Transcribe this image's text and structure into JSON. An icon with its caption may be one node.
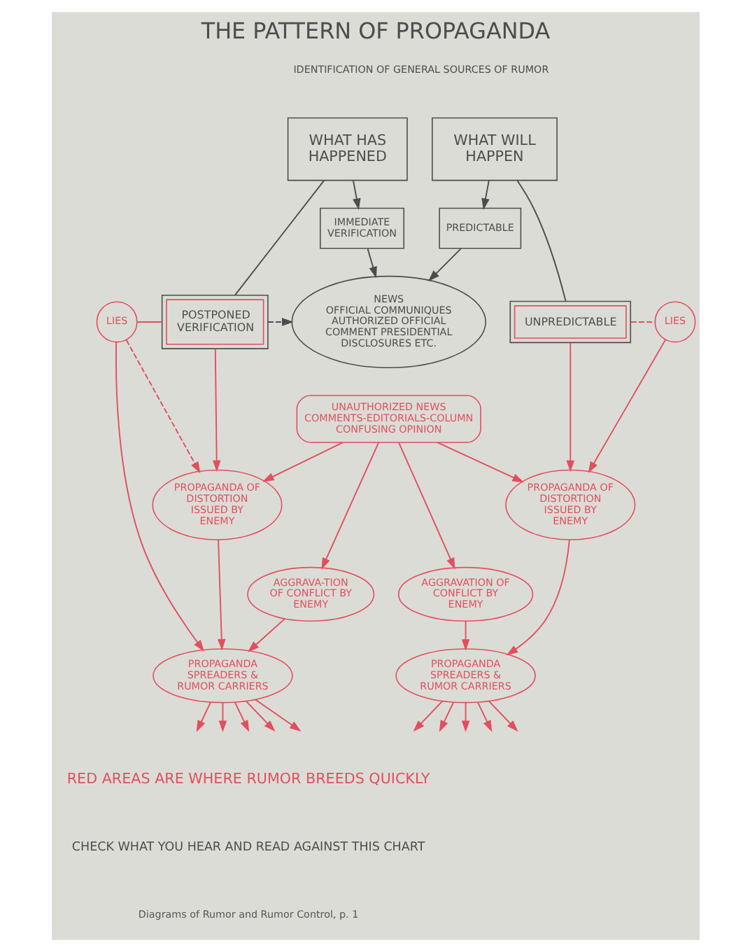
{
  "diagram": {
    "title": "THE PATTERN OF PROPAGANDA",
    "caption": "Diagrams of Rumor and Rumor Control, p. 1",
    "nodes": [
      {
        "text": [
          "WHAT HAS HAPPENED"
        ]
      },
      {
        "text": [
          "WHAT WILL HAPPEN"
        ]
      },
      {
        "text": [
          "IMMEDIATE VERIFICATION"
        ]
      },
      {
        "text": [
          "PREDICTABLE"
        ]
      },
      {
        "text": [
          "POSTPONED VERIFICATION"
        ]
      },
      {
        "text": [
          "NEWS",
          "OFFICIAL COMMUNIQUES AUTHORIZED OFFICIAL COMMENT PRESIDENTIAL DISCLOSURES ETC."
        ]
      },
      {
        "text": [
          "UNPREDICTABLE"
        ]
      },
      {
        "text": [
          "LIES"
        ]
      },
      {
        "text": [
          "LIES"
        ]
      },
      {
        "text": [
          "UNAUTHORIZED NEWS COMMENTS-EDITORIALS-COLUMN",
          "CONFUSING OPINION"
        ]
      },
      {
        "text": [
          "PROPAGANDA OF DISTORTION ISSUED BY ENEMY"
        ]
      },
      {
        "text": [
          "PROPAGANDA OF DISTORTION ISSUED BY ENEMY"
        ]
      },
      {
        "text": [
          "AGGRAVA-TION OF CONFLICT BY ENEMY"
        ]
      },
      {
        "text": [
          "AGGRAVATION OF CONFLICT BY ENEMY"
        ]
      },
      {
        "text": [
          "PROPAGANDA SPREADERS & RUMOR CARRIERS"
        ]
      },
      {
        "text": [
          "PROPAGANDA SPREADERS & RUMOR CARRIERS"
        ]
      }
    ],
    "edges": [
      {
        "from": 0,
        "to": 2,
        "arrow": "to",
        "color": "#4d4d4d"
      },
      {
        "from": 0,
        "to": 4,
        "arrow": "none",
        "color": "#4d4d4d"
      },
      {
        "from": 1,
        "to": 3,
        "arrow": "to",
        "color": "#4d4d4d"
      },
      {
        "from": 1,
        "to": 6,
        "arrow": "none",
        "color": "#4d4d4d"
      },
      {
        "from": 2,
        "to": 5,
        "arrow": "to",
        "color": "#4d4d4d"
      },
      {
        "from": 3,
        "to": 5,
        "arrow": "to",
        "color": "#4d4d4d"
      },
      {
        "from": 4,
        "to": 5,
        "arrow": "to",
        "style": "dashed",
        "color": "#4d4d4d"
      },
      {
        "from": 7,
        "to": 4,
        "arrow": "none"
      },
      {
        "from": 7,
        "to": 10,
        "arrow": "to",
        "style": "dashed"
      },
      {
        "from": 7,
        "to": 14,
        "arrow": "to"
      },
      {
        "from": 4,
        "to": 10,
        "arrow": "to"
      },
      {
        "from": 9,
        "to": 10,
        "arrow": "to"
      },
      {
        "from": 9,
        "to": 12,
        "arrow": "to"
      },
      {
        "from": 6,
        "to": 11,
        "arrow": "to"
      },
      {
        "from": 6,
        "to": 8,
        "arrow": "none",
        "style": "dashed"
      },
      {
        "from": 8,
        "to": 11,
        "arrow": "to"
      },
      {
        "from": 9,
        "to": 11,
        "arrow": "to"
      },
      {
        "from": 9,
        "to": 13,
        "arrow": "to"
      },
      {
        "from": 10,
        "to": 14,
        "arrow": "to"
      },
      {
        "from": 12,
        "to": 14,
        "arrow": "to"
      },
      {
        "from": 11,
        "to": 15,
        "arrow": "to"
      },
      {
        "from": 13,
        "to": 15,
        "arrow": "to"
      },
      {
        "from": 14,
        "to": null,
        "arrow": "to"
      },
      {
        "from": 14,
        "to": null,
        "arrow": "to"
      },
      {
        "from": 14,
        "to": null,
        "arrow": "to"
      },
      {
        "from": 14,
        "to": null,
        "arrow": "to"
      },
      {
        "from": 14,
        "to": null,
        "arrow": "to"
      },
      {
        "from": 15,
        "to": null,
        "arrow": "to"
      },
      {
        "from": 15,
        "to": null,
        "arrow": "to"
      },
      {
        "from": 15,
        "to": null,
        "arrow": "to"
      },
      {
        "from": 15,
        "to": null,
        "arrow": "to"
      },
      {
        "from": 15,
        "to": null,
        "arrow": "to"
      }
    ],
    "labels": [
      "IDENTIFICATION OF GENERAL SOURCES OF RUMOR",
      "RED AREAS ARE WHERE RUMOR BREEDS QUICKLY",
      "CHECK WHAT YOU HEAR AND READ AGAINST THIS CHART"
    ]
  }
}
